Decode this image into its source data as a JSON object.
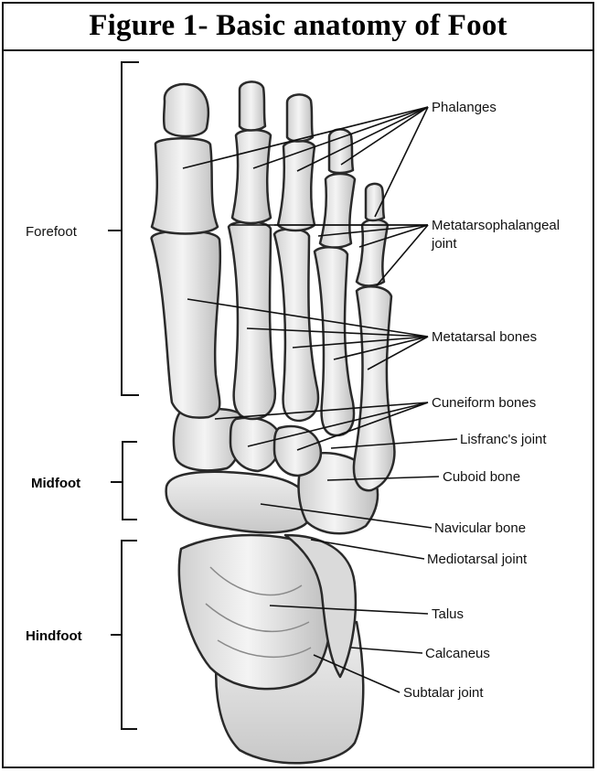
{
  "figure": {
    "title": "Figure 1- Basic anatomy of Foot"
  },
  "regions": {
    "forefoot": "Forefoot",
    "midfoot": "Midfoot",
    "hindfoot": "Hindfoot"
  },
  "labels": {
    "phalanges": "Phalanges",
    "mtp_line1": "Metatarsophalangeal",
    "mtp_line2": "joint",
    "metatarsal": "Metatarsal bones",
    "cuneiform": "Cuneiform bones",
    "lisfranc": "Lisfranc's joint",
    "cuboid": "Cuboid bone",
    "navicular": "Navicular bone",
    "mediotarsal": "Mediotarsal joint",
    "talus": "Talus",
    "calcaneus": "Calcaneus",
    "subtalar": "Subtalar joint"
  }
}
